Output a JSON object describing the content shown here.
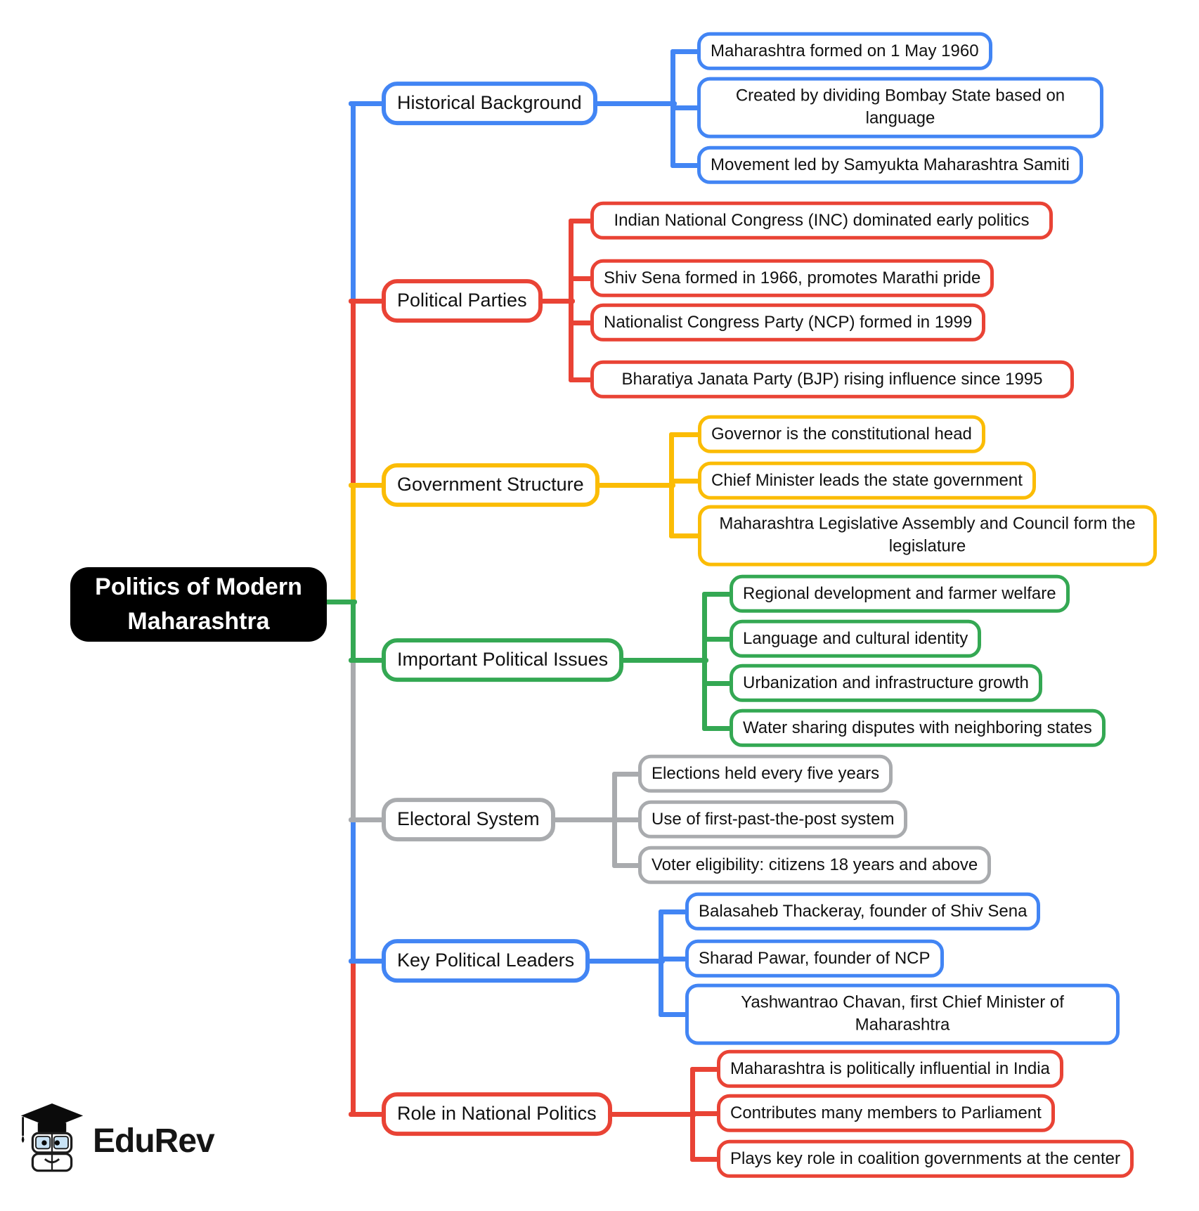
{
  "title": "Politics of Modern Maharashtra",
  "colors": {
    "blue": "#4285F4",
    "red": "#E94335",
    "yellow": "#FBBC05",
    "green": "#34A853",
    "gray": "#A9ABAE",
    "center_bg": "#000000",
    "center_text": "#FFFFFF",
    "text": "#111111"
  },
  "branches": [
    {
      "label": "Historical Background",
      "color": "blue",
      "leaves": [
        "Maharashtra formed on 1 May 1960",
        "Created by dividing Bombay State based on language",
        "Movement led by Samyukta Maharashtra Samiti"
      ]
    },
    {
      "label": "Political Parties",
      "color": "red",
      "leaves": [
        "Indian National Congress (INC) dominated early politics",
        "Shiv Sena formed in 1966, promotes Marathi pride",
        "Nationalist Congress Party (NCP) formed in 1999",
        "Bharatiya Janata Party (BJP) rising influence since 1995"
      ]
    },
    {
      "label": "Government Structure",
      "color": "yellow",
      "leaves": [
        "Governor is the constitutional head",
        "Chief Minister leads the state government",
        "Maharashtra Legislative Assembly and Council form the legislature"
      ]
    },
    {
      "label": "Important Political Issues",
      "color": "green",
      "leaves": [
        "Regional development and farmer welfare",
        "Language and cultural identity",
        "Urbanization and infrastructure growth",
        "Water sharing disputes with neighboring states"
      ]
    },
    {
      "label": "Electoral System",
      "color": "gray",
      "leaves": [
        "Elections held every five years",
        "Use of first-past-the-post system",
        "Voter eligibility: citizens 18 years and above"
      ]
    },
    {
      "label": "Key Political Leaders",
      "color": "blue",
      "leaves": [
        "Balasaheb Thackeray, founder of Shiv Sena",
        "Sharad Pawar, founder of NCP",
        "Yashwantrao Chavan, first Chief Minister of Maharashtra"
      ]
    },
    {
      "label": "Role in National Politics",
      "color": "red",
      "leaves": [
        "Maharashtra is politically influential in India",
        "Contributes many members to Parliament",
        "Plays key role in coalition governments at the center"
      ]
    }
  ],
  "logo": {
    "text": "EduRev",
    "icon": "graduation-cap-mascot"
  }
}
